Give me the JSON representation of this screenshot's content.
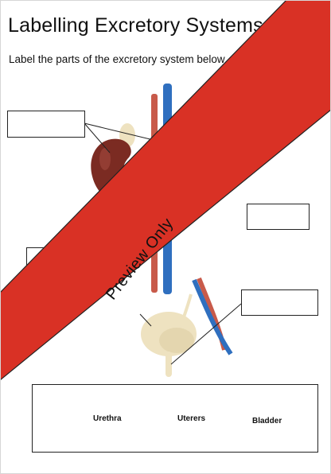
{
  "header": {
    "title": "Labelling Excretory Systems Activi",
    "instruction": "Label the parts of the excretory system below"
  },
  "word_bank": {
    "words": [
      "Urethra",
      "Uterers",
      "Bladder"
    ]
  },
  "watermark": {
    "text": "Preview Only",
    "color": "#d93125"
  },
  "colors": {
    "kidney": "#7b2b22",
    "artery": "#c85a4a",
    "vein": "#2f6fbf",
    "bladder": "#eee2c0"
  }
}
